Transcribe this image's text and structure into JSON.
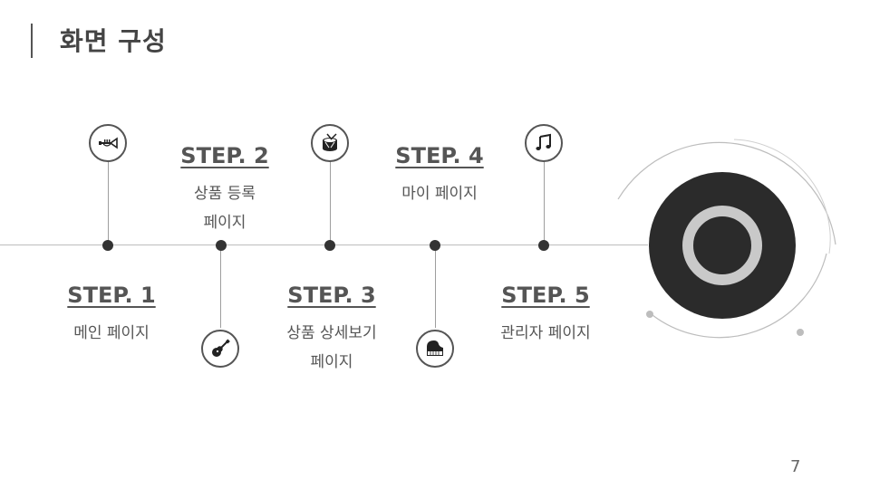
{
  "slide": {
    "title": "화면 구성",
    "page_number": "7"
  },
  "steps": [
    {
      "title": "STEP. 1",
      "desc": "메인 페이지",
      "icon": "trumpet-icon"
    },
    {
      "title": "STEP. 2",
      "desc_line1": "상품 등록",
      "desc_line2": "페이지",
      "icon": "guitar-icon"
    },
    {
      "title": "STEP. 3",
      "desc_line1": "상품 상세보기",
      "desc_line2": "페이지",
      "icon": "drum-icon"
    },
    {
      "title": "STEP. 4",
      "desc": "마이 페이지",
      "icon": "piano-icon"
    },
    {
      "title": "STEP. 5",
      "desc": "관리자 페이지",
      "icon": "music-note-icon"
    }
  ],
  "colors": {
    "text": "#555555",
    "dot": "#333333",
    "line": "#bdbdbd",
    "record": "#2b2b2b"
  }
}
